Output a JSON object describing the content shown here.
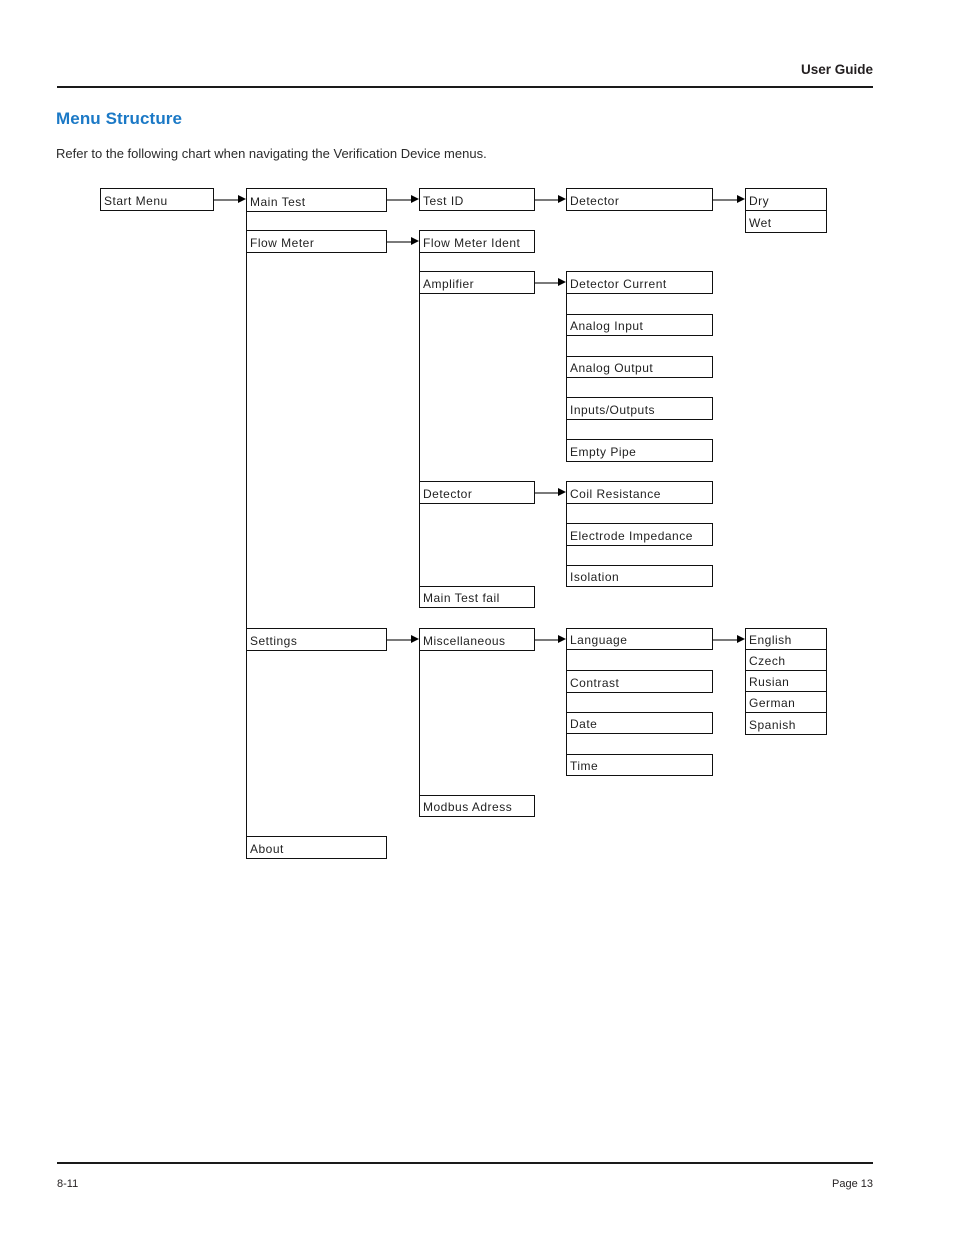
{
  "page": {
    "header": {
      "title": "User Guide"
    },
    "heading": "Menu Structure",
    "intro": "Refer to the following chart when navigating the Verification Device menus.",
    "footer": {
      "left": "8-11",
      "right": "Page 13"
    }
  },
  "colors": {
    "heading_blue": "#1b79c6",
    "box_border": "#111111",
    "arrow_shaft": "#7a7a7a",
    "arrow_head": "#000000"
  },
  "diagram": {
    "boxes": {
      "start_menu": "Start Menu",
      "main_test": "Main Test",
      "flow_meter": "Flow Meter",
      "settings": "Settings",
      "about": "About",
      "test_id": "Test ID",
      "flow_meter_ident": "Flow Meter Ident",
      "amplifier": "Amplifier",
      "detector_sub": "Detector",
      "main_test_fail": "Main Test fail",
      "miscellaneous": "Miscellaneous",
      "modbus_adress": "Modbus Adress",
      "detector": "Detector",
      "detector_current": "Detector Current",
      "analog_input": "Analog Input",
      "analog_output": "Analog Output",
      "inputs_outputs": "Inputs/Outputs",
      "empty_pipe": "Empty Pipe",
      "coil_resistance": "Coil Resistance",
      "electrode_impedance": "Electrode Impedance",
      "isolation": "Isolation",
      "language": "Language",
      "contrast": "Contrast",
      "date": "Date",
      "time": "Time",
      "dry": "Dry",
      "wet": "Wet",
      "english": "English",
      "czech": "Czech",
      "rusian": "Rusian",
      "german": "German",
      "spanish": "Spanish"
    }
  }
}
